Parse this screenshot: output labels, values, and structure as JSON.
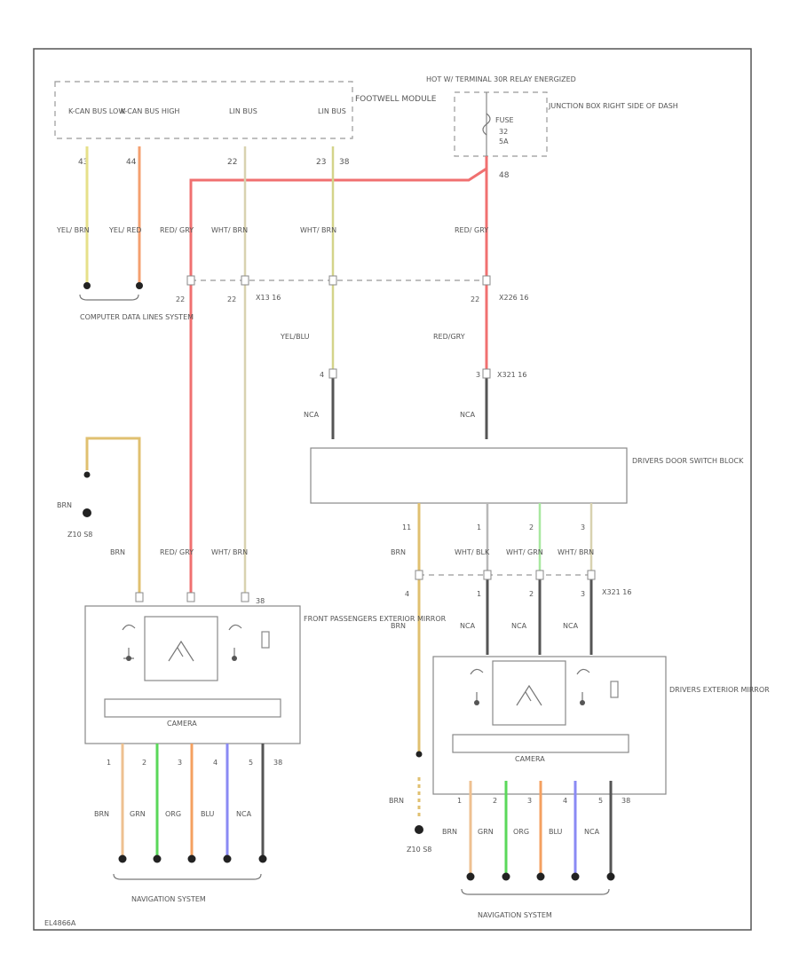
{
  "colors": {
    "yel_brn": "#e6e08a",
    "yel_red": "#f4a070",
    "red_gry": "#f07070",
    "wht_brn": "#d8d2b0",
    "yel_blu": "#d4d48a",
    "nca": "#555555",
    "brn": "#e0c070",
    "wht_blk": "#b8b8b8",
    "wht_grn": "#a8e8a0",
    "grn": "#5ad85a",
    "org": "#f4a060",
    "blu": "#8a8af4",
    "brn_lt": "#eec090"
  },
  "modules": {
    "footwell": "FOOTWELL MODULE",
    "junction": "JUNCTION BOX RIGHT SIDE OF DASH",
    "hot": "HOT W/ TERMINAL 30R RELAY ENERGIZED",
    "fuse": "FUSE",
    "fuse_num": "32",
    "fuse_amp": "5A",
    "door_switch": "DRIVERS DOOR SWITCH BLOCK",
    "pass_mirror": "FRONT PASSENGERS EXTERIOR MIRROR",
    "drv_mirror": "DRIVERS EXTERIOR MIRROR",
    "camera": "CAMERA",
    "data_lines": "COMPUTER DATA LINES SYSTEM",
    "nav_left": "NAVIGATION SYSTEM",
    "nav_right": "NAVIGATION SYSTEM"
  },
  "pins_top": [
    {
      "label": "K-CAN BUS LOW",
      "pin": "43"
    },
    {
      "label": "K-CAN BUS HIGH",
      "pin": "44"
    },
    {
      "label": "LIN BUS",
      "pin": "22"
    },
    {
      "label": "LIN BUS",
      "pin": "23"
    }
  ],
  "pin_23b": "38",
  "pin_fuse_out": "48",
  "wires": {
    "yel_brn": "YEL/ BRN",
    "yel_red": "YEL/ RED",
    "red_gry": "RED/ GRY",
    "wht_brn": "WHT/ BRN",
    "wht_brn2": "WHT/ BRN",
    "red_gry2": "RED/ GRY",
    "yel_blu": "YEL/BLU",
    "red_gry3": "RED/GRY",
    "nca1": "NCA",
    "nca2": "NCA",
    "brn_g": "BRN",
    "g_label": "Z10 S8",
    "brn_l": "BRN",
    "red_gry_l": "RED/ GRY",
    "wht_brn_l": "WHT/ BRN"
  },
  "connector_mid": {
    "p1": "22",
    "p2": "22",
    "x13": "X13 16",
    "p3": "22",
    "x226": "X226 16"
  },
  "x321": {
    "pin": "4",
    "pin2": "3",
    "label": "X321 16"
  },
  "door_outputs": [
    {
      "pin": "11",
      "wire": "BRN"
    },
    {
      "pin": "1",
      "wire": "WHT/ BLK"
    },
    {
      "pin": "2",
      "wire": "WHT/ GRN"
    },
    {
      "pin": "3",
      "wire": "WHT/ BRN"
    }
  ],
  "lower_conn": {
    "pins": [
      "4",
      "1",
      "2",
      "3"
    ],
    "label": "X321 16",
    "wires": [
      "BRN",
      "NCA",
      "NCA",
      "NCA"
    ]
  },
  "pass_conn_pins": [
    "",
    "",
    "",
    "38"
  ],
  "camera_pins_left": [
    "1",
    "2",
    "3",
    "4",
    "5"
  ],
  "camera_pin_left_extra": "38",
  "camera_wires_left": [
    "BRN",
    "GRN",
    "ORG",
    "BLU",
    "NCA"
  ],
  "camera_pins_right": [
    "1",
    "2",
    "3",
    "4",
    "5"
  ],
  "camera_pin_right_extra": "38",
  "camera_wires_right": [
    "BRN",
    "GRN",
    "ORG",
    "BLU",
    "NCA"
  ],
  "ground_right": {
    "wire": "BRN",
    "label": "Z10 S8"
  },
  "footer_id": "EL4866A"
}
